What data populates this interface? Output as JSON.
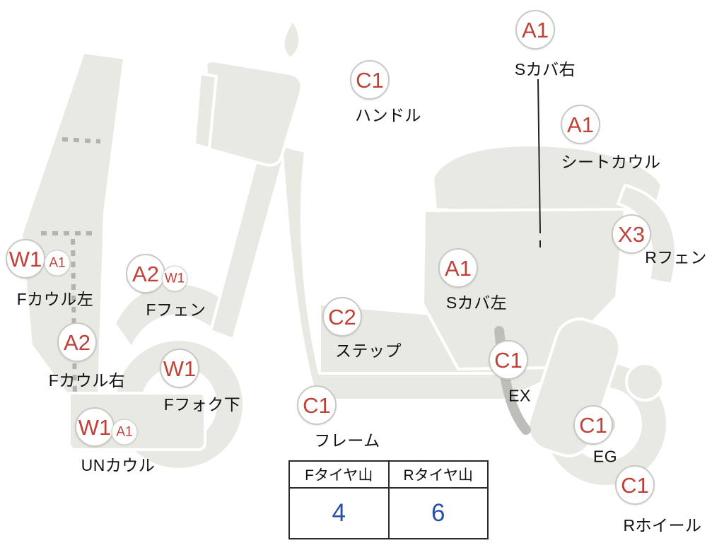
{
  "colors": {
    "marker_text": "#bf4138",
    "label_text": "#121212",
    "tire_value_text": "#2b4fa3",
    "body_fill": "#e9e9e4"
  },
  "markers": [
    {
      "id": "s-cover-right",
      "code": "A1",
      "label": "Sカバ右"
    },
    {
      "id": "handlebar",
      "code": "C1",
      "label": "ハンドル"
    },
    {
      "id": "seat-cowl",
      "code": "A1",
      "label": "シートカウル"
    },
    {
      "id": "r-fender",
      "code": "X3",
      "label": "Rフェン"
    },
    {
      "id": "s-cover-left",
      "code": "A1",
      "label": "Sカバ左"
    },
    {
      "id": "f-cowl-left",
      "code": "W1",
      "code2": "A1",
      "label": "Fカウル左"
    },
    {
      "id": "f-fender",
      "code": "A2",
      "code2": "W1",
      "label": "Fフェン"
    },
    {
      "id": "step",
      "code": "C2",
      "label": "ステップ"
    },
    {
      "id": "f-cowl-right",
      "code": "A2",
      "label": "Fカウル右"
    },
    {
      "id": "f-fork-lower",
      "code": "W1",
      "label": "Fフォク下"
    },
    {
      "id": "exhaust",
      "code": "C1",
      "label": "EX"
    },
    {
      "id": "frame",
      "code": "C1",
      "label": "フレーム"
    },
    {
      "id": "under-cowl",
      "code": "W1",
      "code2": "A1",
      "label": "UNカウル"
    },
    {
      "id": "engine",
      "code": "C1",
      "label": "EG"
    },
    {
      "id": "r-wheel",
      "code": "C1",
      "label": "Rホイール"
    }
  ],
  "tire_table": {
    "headers": [
      "Fタイヤ山",
      "Rタイヤ山"
    ],
    "values": [
      "4",
      "6"
    ]
  }
}
